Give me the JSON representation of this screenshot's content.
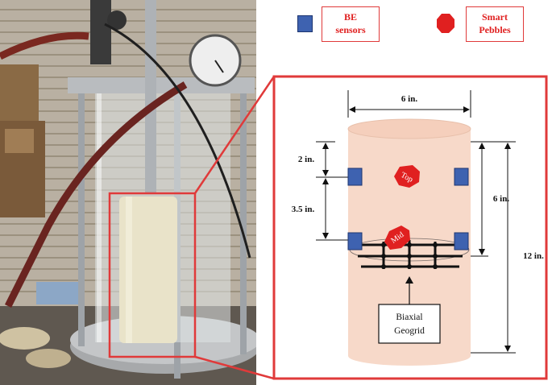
{
  "legend": {
    "be_sensors": "BE\nsensors",
    "be_line1": "BE",
    "be_line2": "sensors",
    "smart_pebbles_line1": "Smart",
    "smart_pebbles_line2": "Pebbles"
  },
  "diagram": {
    "diameter": "6 in.",
    "top_spacing": "2 in.",
    "mid_spacing": "3.5 in.",
    "half_height": "6 in.",
    "total_height": "12 in.",
    "pebble_top": "Top",
    "pebble_mid": "Mid",
    "geogrid_line1": "Biaxial",
    "geogrid_line2": "Geogrid"
  },
  "colors": {
    "frame_red": "#e03a3a",
    "be_sensor_blue": "#3e62b0",
    "pebble_red": "#e02020",
    "specimen_fill": "#f7d9c9"
  }
}
